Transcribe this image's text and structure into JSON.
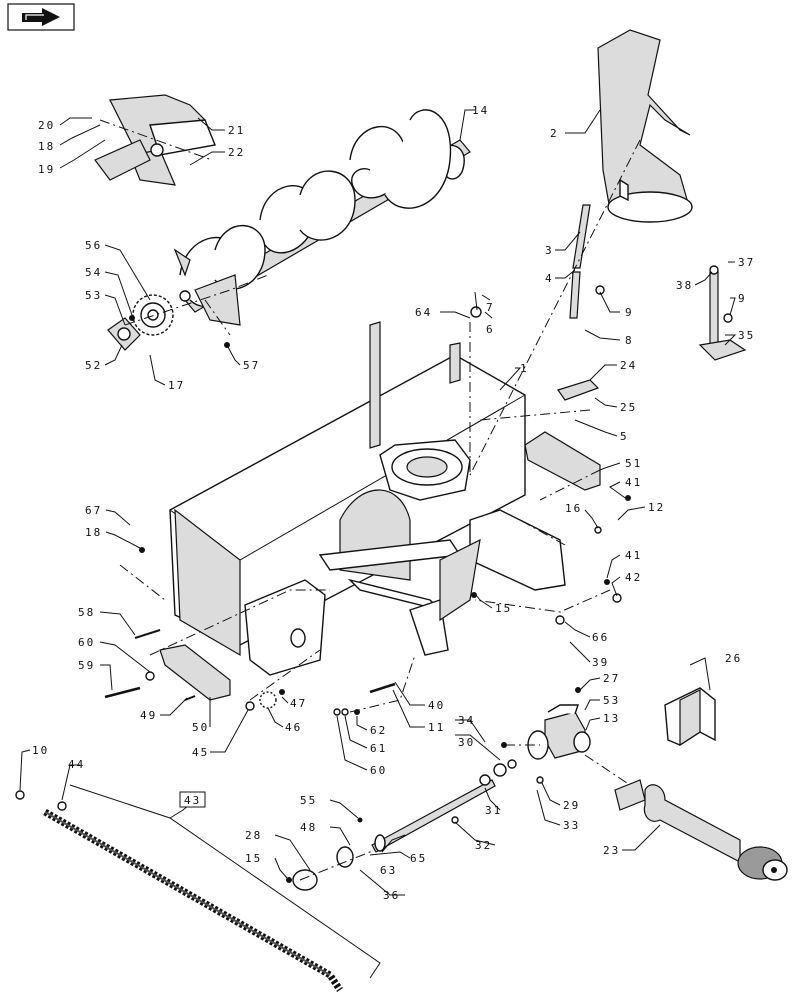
{
  "diagram": {
    "nav_icon": "arrow-right-icon",
    "callouts": [
      {
        "id": "c1",
        "text": "1"
      },
      {
        "id": "c2",
        "text": "2"
      },
      {
        "id": "c3",
        "text": "3"
      },
      {
        "id": "c4",
        "text": "4"
      },
      {
        "id": "c5",
        "text": "5"
      },
      {
        "id": "c6",
        "text": "6"
      },
      {
        "id": "c7",
        "text": "7"
      },
      {
        "id": "c8",
        "text": "8"
      },
      {
        "id": "c9a",
        "text": "9"
      },
      {
        "id": "c9b",
        "text": "9"
      },
      {
        "id": "c10",
        "text": "10"
      },
      {
        "id": "c11",
        "text": "11"
      },
      {
        "id": "c12",
        "text": "12"
      },
      {
        "id": "c13",
        "text": "13"
      },
      {
        "id": "c14",
        "text": "14"
      },
      {
        "id": "c15a",
        "text": "15"
      },
      {
        "id": "c15b",
        "text": "15"
      },
      {
        "id": "c16",
        "text": "16"
      },
      {
        "id": "c17",
        "text": "17"
      },
      {
        "id": "c18a",
        "text": "18"
      },
      {
        "id": "c18b",
        "text": "18"
      },
      {
        "id": "c19",
        "text": "19"
      },
      {
        "id": "c20",
        "text": "20"
      },
      {
        "id": "c21",
        "text": "21"
      },
      {
        "id": "c22",
        "text": "22"
      },
      {
        "id": "c23",
        "text": "23"
      },
      {
        "id": "c24",
        "text": "24"
      },
      {
        "id": "c25",
        "text": "25"
      },
      {
        "id": "c26",
        "text": "26"
      },
      {
        "id": "c27",
        "text": "27"
      },
      {
        "id": "c28",
        "text": "28"
      },
      {
        "id": "c29",
        "text": "29"
      },
      {
        "id": "c30",
        "text": "30"
      },
      {
        "id": "c31",
        "text": "31"
      },
      {
        "id": "c32",
        "text": "32"
      },
      {
        "id": "c33",
        "text": "33"
      },
      {
        "id": "c34",
        "text": "34"
      },
      {
        "id": "c35",
        "text": "35"
      },
      {
        "id": "c36",
        "text": "36"
      },
      {
        "id": "c37",
        "text": "37"
      },
      {
        "id": "c38",
        "text": "38"
      },
      {
        "id": "c39",
        "text": "39"
      },
      {
        "id": "c40",
        "text": "40"
      },
      {
        "id": "c41a",
        "text": "41"
      },
      {
        "id": "c41b",
        "text": "41"
      },
      {
        "id": "c42",
        "text": "42"
      },
      {
        "id": "c43",
        "text": "43"
      },
      {
        "id": "c44",
        "text": "44"
      },
      {
        "id": "c45",
        "text": "45"
      },
      {
        "id": "c46",
        "text": "46"
      },
      {
        "id": "c47",
        "text": "47"
      },
      {
        "id": "c48",
        "text": "48"
      },
      {
        "id": "c49",
        "text": "49"
      },
      {
        "id": "c50",
        "text": "50"
      },
      {
        "id": "c51",
        "text": "51"
      },
      {
        "id": "c52",
        "text": "52"
      },
      {
        "id": "c53a",
        "text": "53"
      },
      {
        "id": "c53b",
        "text": "53"
      },
      {
        "id": "c54",
        "text": "54"
      },
      {
        "id": "c55",
        "text": "55"
      },
      {
        "id": "c56",
        "text": "56"
      },
      {
        "id": "c57",
        "text": "57"
      },
      {
        "id": "c58",
        "text": "58"
      },
      {
        "id": "c59",
        "text": "59"
      },
      {
        "id": "c60a",
        "text": "60"
      },
      {
        "id": "c60b",
        "text": "60"
      },
      {
        "id": "c61",
        "text": "61"
      },
      {
        "id": "c62",
        "text": "62"
      },
      {
        "id": "c63",
        "text": "63"
      },
      {
        "id": "c64",
        "text": "64"
      },
      {
        "id": "c65",
        "text": "65"
      },
      {
        "id": "c66",
        "text": "66"
      },
      {
        "id": "c67",
        "text": "67"
      }
    ]
  }
}
